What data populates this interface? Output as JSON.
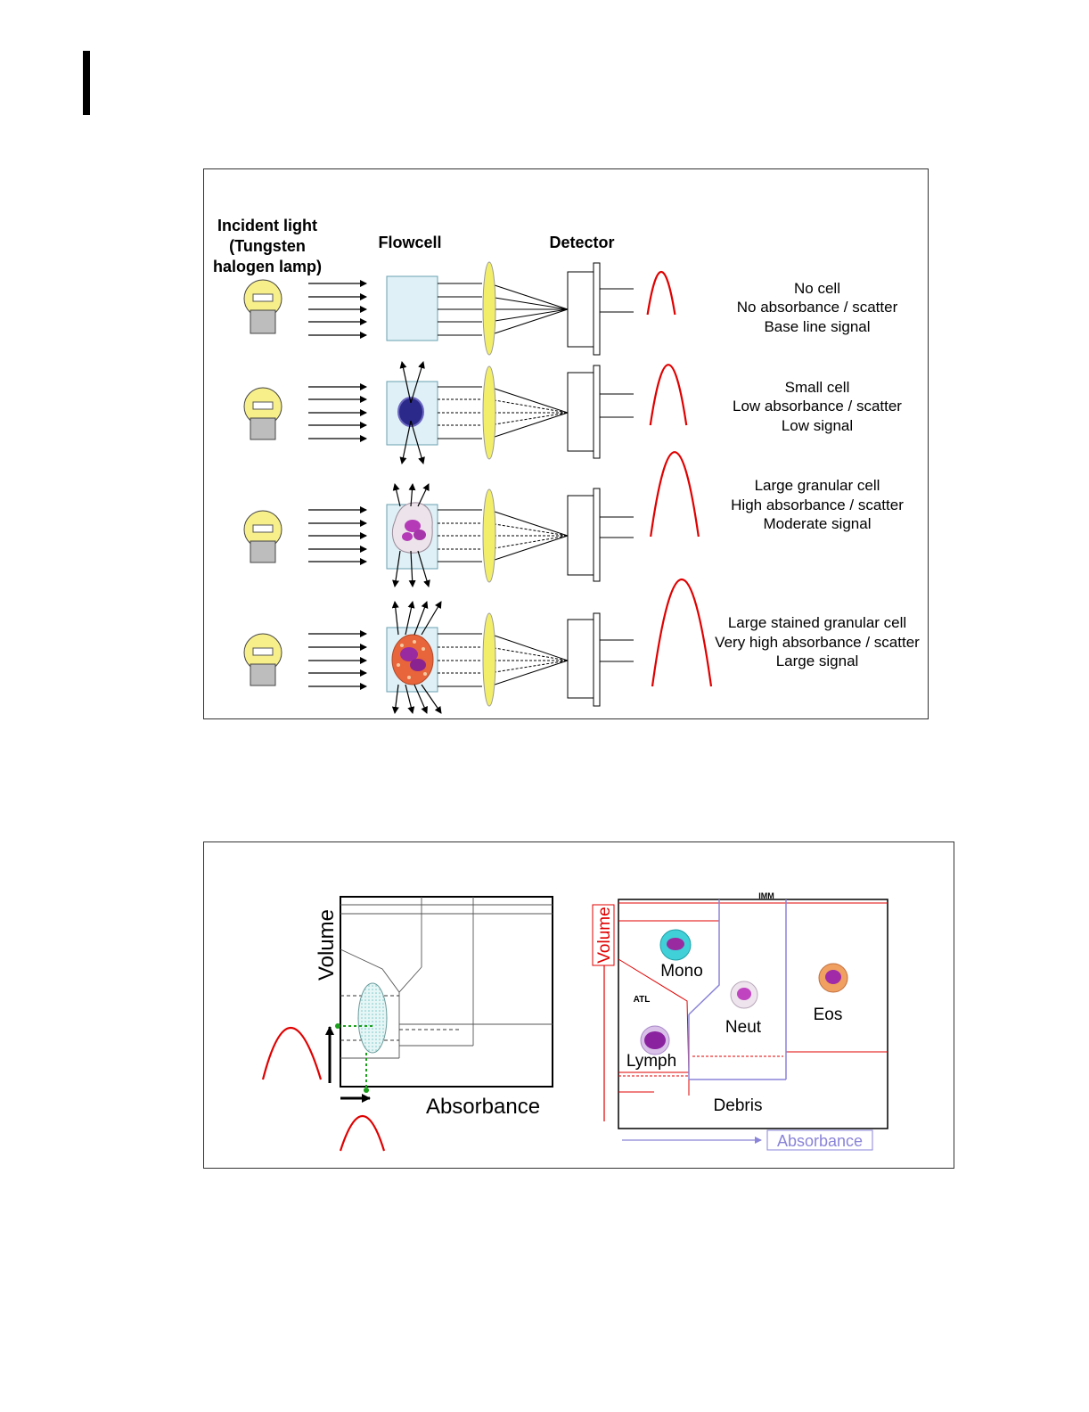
{
  "figure1": {
    "headers": {
      "incident_light": [
        "Incident light",
        "(Tungsten",
        "halogen lamp)"
      ],
      "flowcell": "Flowcell",
      "detector": "Detector"
    },
    "rows": [
      {
        "lines": [
          "No cell",
          "No absorbance / scatter",
          "Base line signal"
        ],
        "signal_level": 0.2
      },
      {
        "lines": [
          "Small cell",
          "Low absorbance / scatter",
          "Low signal"
        ],
        "signal_level": 0.42
      },
      {
        "lines": [
          "Large granular cell",
          "High absorbance / scatter",
          "Moderate signal"
        ],
        "signal_level": 0.72
      },
      {
        "lines": [
          "Large stained granular cell",
          "Very high absorbance / scatter",
          "Large signal"
        ],
        "signal_level": 1.0
      }
    ],
    "colors": {
      "lamp": "#f7ef8a",
      "lens": "#f3ee6a",
      "flowcell": "#dff0f6",
      "signal": "#e00000"
    }
  },
  "figure2": {
    "left_plot": {
      "ylabel": "Volume",
      "xlabel": "Absorbance"
    },
    "right_plot": {
      "ylabel": "Volume",
      "xlabel": "Absorbance",
      "regions": [
        "IMM",
        "Mono",
        "ATL",
        "Neut",
        "Eos",
        "Lymph",
        "Debris"
      ]
    },
    "colors": {
      "axis_red": "#e00000",
      "axis_blue": "#8a84d8",
      "green_guide": "#1aa01a"
    }
  }
}
